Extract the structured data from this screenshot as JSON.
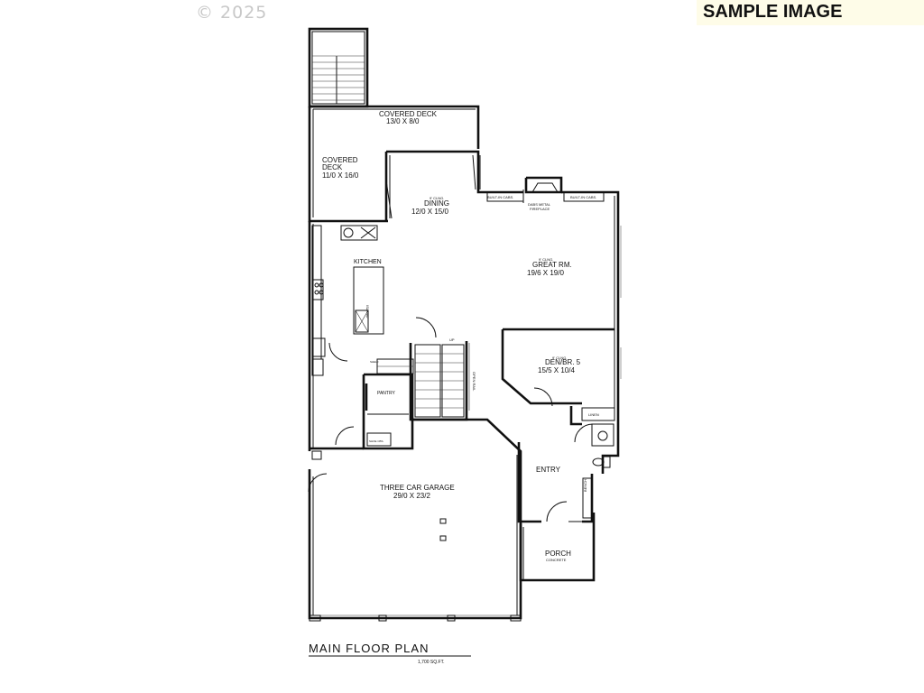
{
  "watermark": {
    "copyright": "© 2025",
    "sample_label": "SAMPLE IMAGE"
  },
  "plan": {
    "title": "MAIN FLOOR PLAN",
    "area": "1,700 SQ.FT."
  },
  "rooms": {
    "covered_deck_top": {
      "name": "COVERED DECK",
      "size": "13/0 X 8/0"
    },
    "covered_deck_left": {
      "name_line1": "COVERED",
      "name_line2": "DECK",
      "size": "11/0 X 16/0"
    },
    "dining": {
      "ceiling": "9' CLNG.",
      "name": "DINING",
      "size": "12/0 X 15/0"
    },
    "great_room": {
      "ceiling": "9' CLNG.",
      "name": "GREAT RM.",
      "size": "19/6 X 19/0"
    },
    "kitchen": {
      "name": "KITCHEN"
    },
    "den": {
      "ceiling": "9' CLNG.",
      "name": "DEN/BR. 5",
      "size": "15/5 X 10/4"
    },
    "pantry": {
      "name": "PANTRY"
    },
    "garage": {
      "name": "THREE CAR GARAGE",
      "size": "29/0 X 23/2"
    },
    "entry": {
      "name": "ENTRY"
    },
    "porch": {
      "name": "PORCH",
      "note": "CONCRETE"
    }
  },
  "notes": {
    "built_in_left": "BUILT-IN CABS.",
    "built_in_right": "BUILT-IN CABS.",
    "fireplace_line1": "DABS METAL",
    "fireplace_line2": "FIREPLACE",
    "island": "ISLAND",
    "linen": "LINEN",
    "bench": "BENCH",
    "open_rail": "OPEN RAIL",
    "up": "UP",
    "shelf": "SHELF",
    "shoe_cabinet": "SHOE CBS."
  }
}
